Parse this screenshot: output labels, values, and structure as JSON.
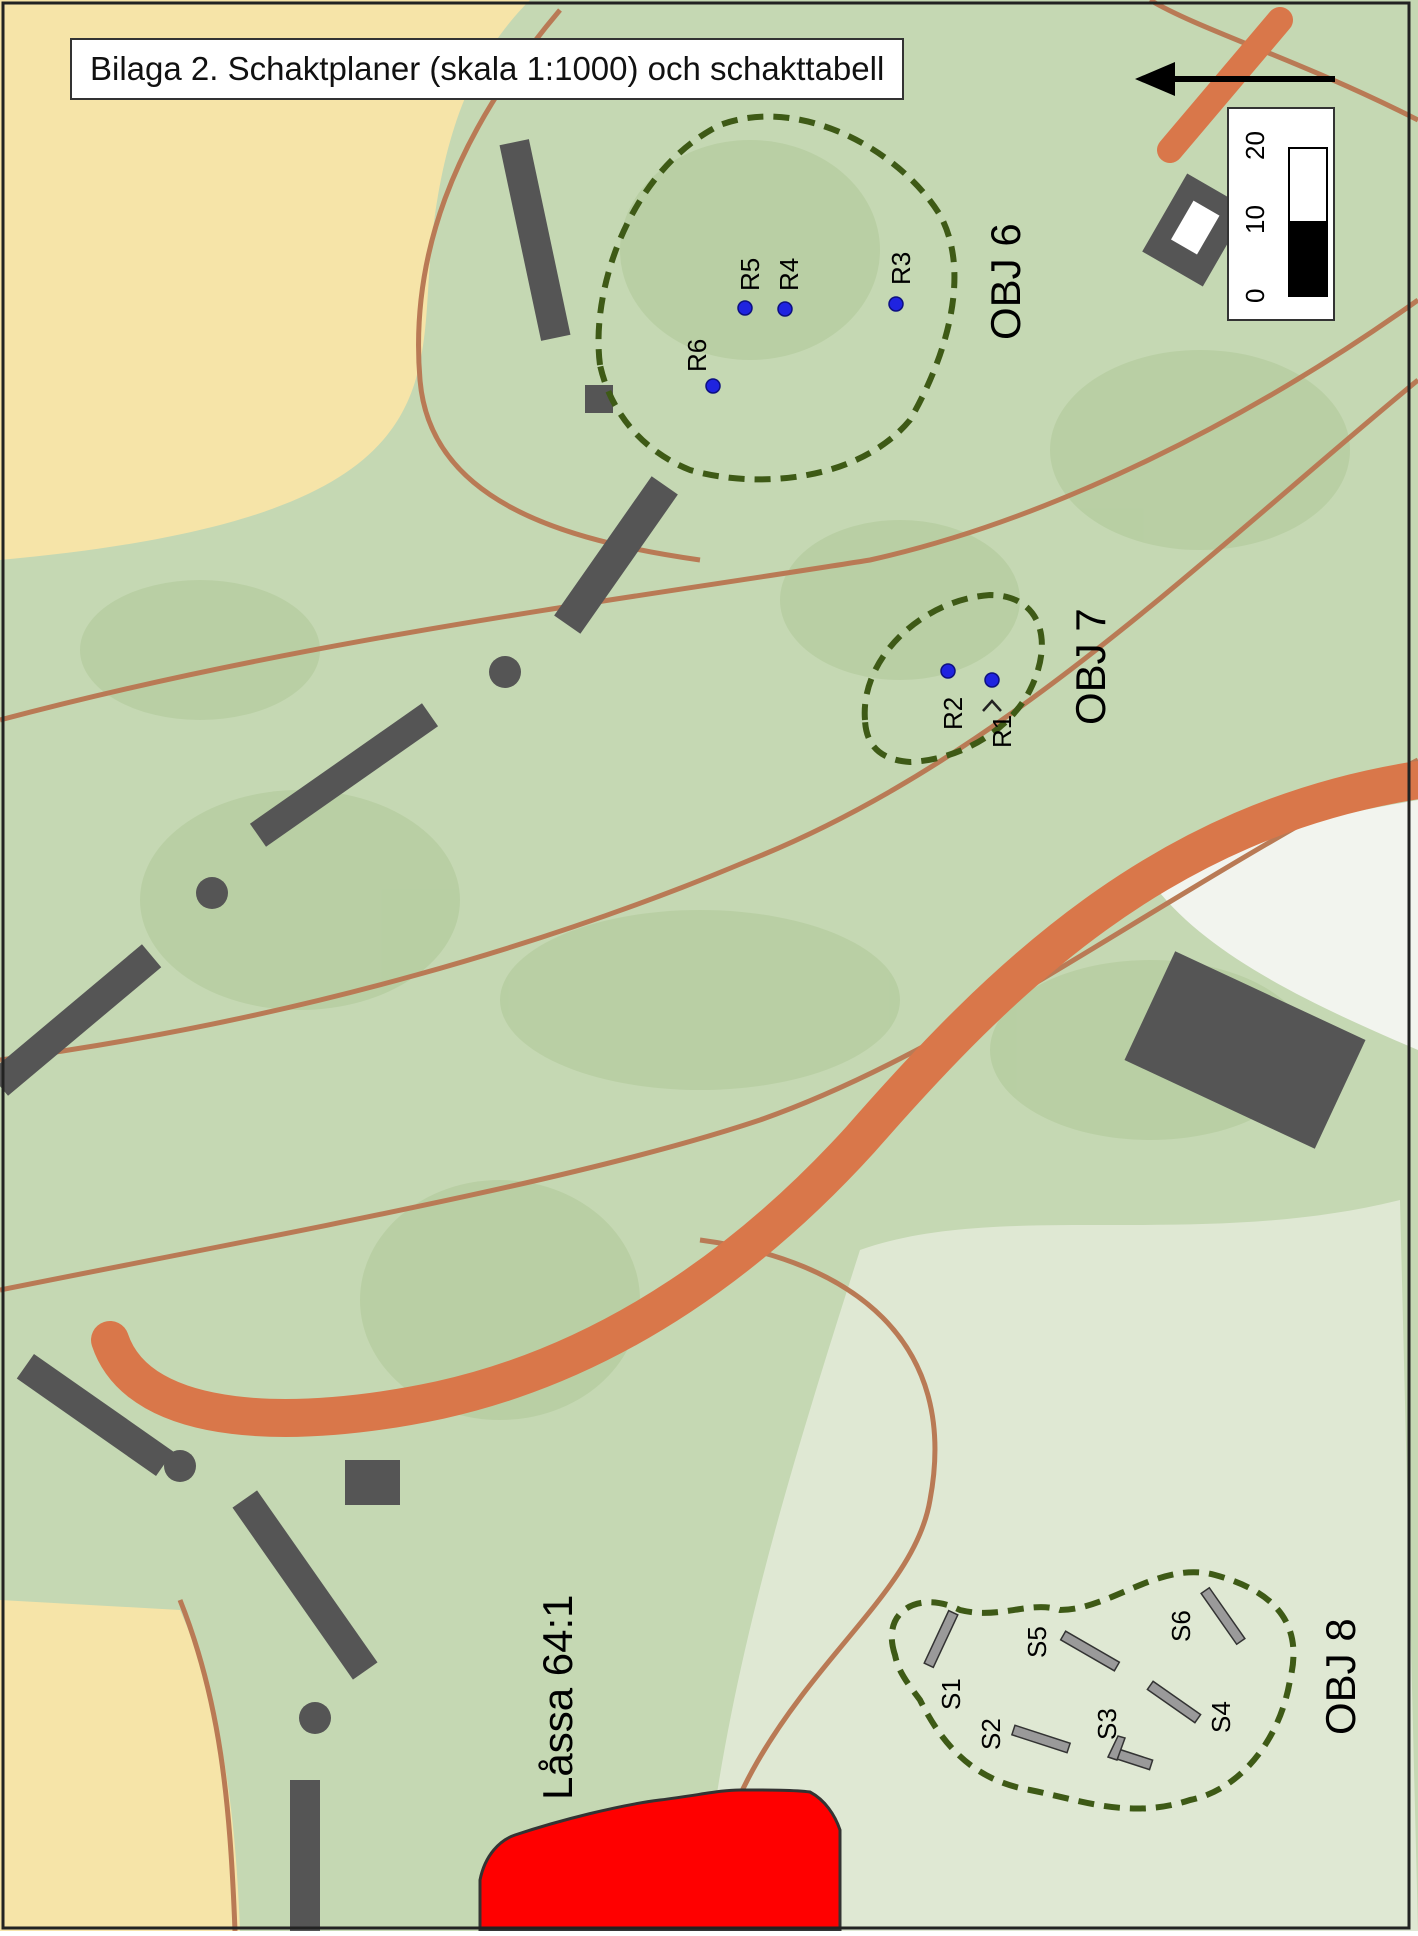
{
  "map": {
    "title": "Bilaga 2. Schaktplaner (skala 1:1000) och schakttabell",
    "site_label": "Låssa 64:1",
    "objects": [
      {
        "label": "OBJ 6",
        "points": [
          "R3",
          "R4",
          "R5",
          "R6"
        ]
      },
      {
        "label": "OBJ 7",
        "points": [
          "R1",
          "R2"
        ]
      },
      {
        "label": "OBJ 8",
        "trenches": [
          "S1",
          "S2",
          "S3",
          "S4",
          "S5",
          "S6"
        ]
      }
    ],
    "points": {
      "R1": "R1",
      "R2": "R2",
      "R3": "R3",
      "R4": "R4",
      "R5": "R5",
      "R6": "R6"
    },
    "trenches": {
      "S1": "S1",
      "S2": "S2",
      "S3": "S3",
      "S4": "S4",
      "S5": "S5",
      "S6": "S6"
    },
    "scale_bar": {
      "ticks": [
        "0",
        "10",
        "20"
      ]
    },
    "north_arrow": "north-arrow-icon",
    "colors": {
      "forest": "#c5d8b3",
      "open_field": "#f6e4a8",
      "road": "#d9774a",
      "building": "#555555",
      "boundary": "#3e5a16",
      "point": "#1f23e0",
      "site": "#ff0000",
      "trench": "#9a9a9a"
    }
  }
}
